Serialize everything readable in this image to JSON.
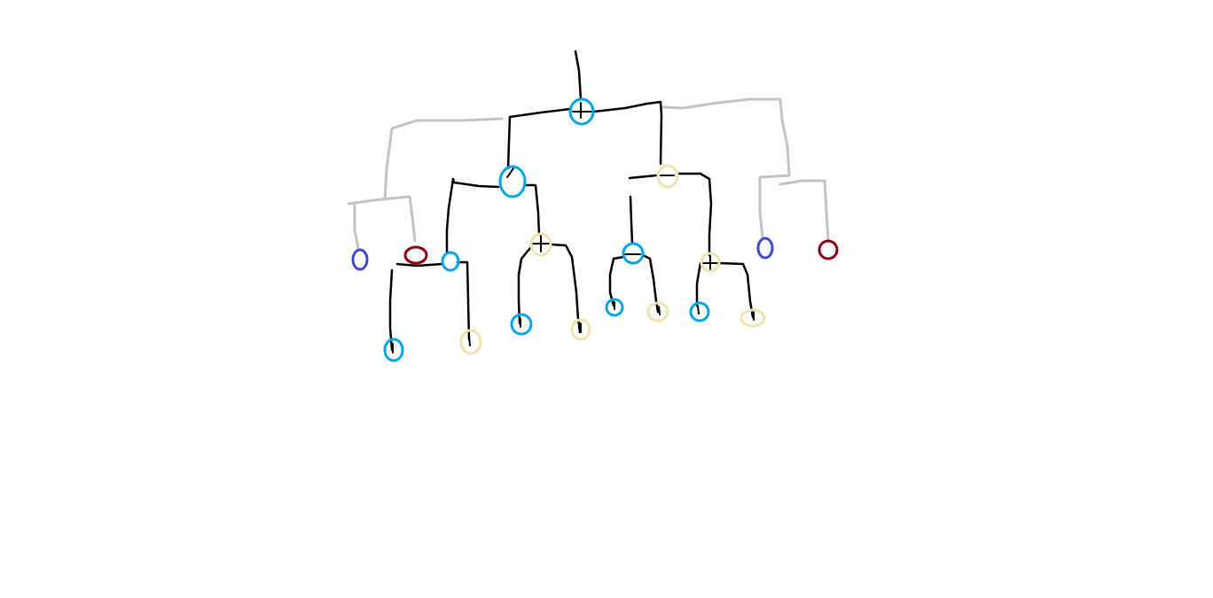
{
  "diagram": {
    "kind": "hand-drawn tree sketch",
    "colors": {
      "tree_line": "#000000",
      "bracket_line": "#c3c3c3",
      "node_blue": "#00a2e8",
      "node_cream": "#efe4b0",
      "node_purple": "#3f48cc",
      "node_red": "#880015"
    },
    "root": {
      "color": "blue",
      "children": [
        {
          "color": "blue",
          "children": [
            {
              "color": "blue",
              "children": [
                {
                  "color": "blue"
                },
                {
                  "color": "cream"
                }
              ]
            },
            {
              "color": "cream",
              "children": [
                {
                  "color": "blue"
                },
                {
                  "color": "cream"
                }
              ]
            }
          ]
        },
        {
          "color": "cream",
          "children": [
            {
              "color": "blue",
              "children": [
                {
                  "color": "blue"
                },
                {
                  "color": "cream"
                }
              ]
            },
            {
              "color": "cream",
              "children": [
                {
                  "color": "blue"
                },
                {
                  "color": "cream"
                }
              ]
            }
          ]
        }
      ]
    },
    "side_markers": [
      {
        "side": "left",
        "color": "purple"
      },
      {
        "side": "left",
        "color": "red"
      },
      {
        "side": "right",
        "color": "purple"
      },
      {
        "side": "right",
        "color": "red"
      }
    ]
  }
}
